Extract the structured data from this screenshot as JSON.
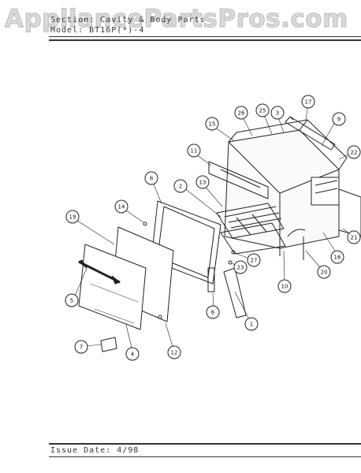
{
  "watermark": "AppliancePartsPros.com",
  "header": {
    "section_line": "Section: Cavity & Body Parts",
    "model_line": "Model: BT16P(*)-4"
  },
  "footer": {
    "issue_date": "Issue Date: 4/98"
  },
  "callouts": [
    "1",
    "2",
    "3",
    "4",
    "5",
    "6",
    "7",
    "8",
    "9",
    "10",
    "11",
    "12",
    "13",
    "14",
    "15",
    "16",
    "17",
    "19",
    "20",
    "21",
    "22",
    "23",
    "25",
    "26",
    "27"
  ]
}
